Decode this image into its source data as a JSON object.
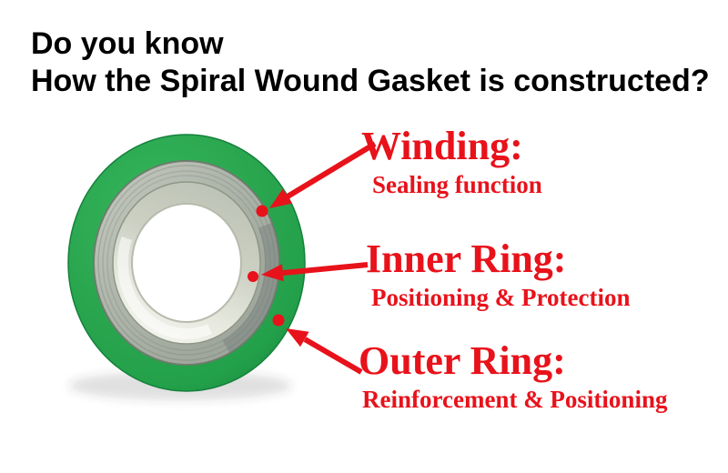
{
  "title": {
    "line1": "Do you know",
    "line2": "How the Spiral Wound Gasket is constructed?"
  },
  "labels": [
    {
      "id": "winding",
      "heading": "Winding:",
      "description": "Sealing function"
    },
    {
      "id": "inner-ring",
      "heading": "Inner Ring:",
      "description": "Positioning & Protection"
    },
    {
      "id": "outer-ring",
      "heading": "Outer Ring:",
      "description": "Reinforcement & Positioning"
    }
  ],
  "colors": {
    "background": "#ffffff",
    "title_text": "#000000",
    "annotation_red": "#e8121b",
    "gasket_green": "#2aa64f",
    "winding_silver": "#aab2a4",
    "inner_ring_silver": "#dfe1d7",
    "bore_white": "#ffffff"
  }
}
